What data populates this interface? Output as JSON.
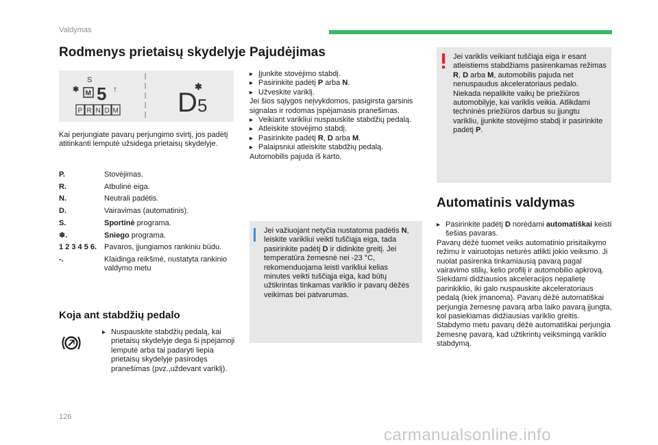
{
  "header": {
    "section": "Valdymas",
    "accent": "#39b96a"
  },
  "page_number": "126",
  "watermark": "carmanualsonline.info",
  "col1": {
    "title": "Rodmenys prietaisų skydelyje",
    "display_left": {
      "top": "S",
      "mode": "M",
      "digit": "5",
      "gears": [
        "P",
        "R",
        "N",
        "D",
        "M"
      ]
    },
    "display_right": {
      "gear": "D",
      "num": "5"
    },
    "intro": "Kai perjungiate pavarų perjungimo svirtį, jos padėtį atitinkanti lemputė užsidega prietaisų skydelyje.",
    "legend": [
      {
        "key": "P.",
        "val": "Stovėjimas."
      },
      {
        "key": "R.",
        "val": "Atbulinė eiga."
      },
      {
        "key": "N.",
        "val": "Neutrali padėtis."
      },
      {
        "key": "D.",
        "val": "Vairavimas (automatinis)."
      },
      {
        "key": "S.",
        "val_bold": "Sportinė",
        "val_rest": " programa."
      },
      {
        "key": "❄.",
        "val_bold": "Sniego",
        "val_rest": " programa."
      },
      {
        "key": "1 2 3 4 5 6.",
        "val": "Pavaros, įjungiamos rankiniu būdu."
      },
      {
        "key": "-.",
        "val": "Klaidinga reikšmė, nustatyta rankinio valdymo metu"
      }
    ],
    "brake_title": "Koja ant stabdžių pedalo",
    "brake_text": "Nuspauskite stabdžių pedalą, kai prietaisų skydelyje dega ši įspėjamoji lemputė arba tai padaryti liepia prietaisų skydelyje pasirodęs pranešimas (pvz.,uždevant variklį)."
  },
  "col2": {
    "title": "Pajudėjimas",
    "steps_a": [
      "Įjunkite stovėjimo stabdį."
    ],
    "step_b_pre": "Pasirinkite padėtį ",
    "step_b_p": "P",
    "step_b_mid": " arba ",
    "step_b_n": "N",
    "step_b_end": ".",
    "steps_c": [
      "Užveskite variklį."
    ],
    "para1": "Jei šios sąlygos neįvykdomos, pasigirsta garsinis signalas ir rodomas įspėjamasis pranešimas.",
    "step_d": "Veikiant varikliui nuspauskite stabdžių pedalą.",
    "step_e": "Atleiskite stovėjimo stabdį.",
    "step_f_pre": "Pasirinkite padėtį ",
    "step_f_r": "R",
    "step_f_c": ", ",
    "step_f_d": "D",
    "step_f_mid": " arba ",
    "step_f_m": "M",
    "step_f_end": ".",
    "step_g": "Palaipsniui atleiskite stabdžių pedalą.",
    "para2": "Automobilis pajuda iš karto.",
    "note_pre": "Jei važiuojant netyčia nustatoma padėtis ",
    "note_n": "N",
    "note_post": ", leiskite varikliui veikti tuščiąja eiga, tada pasirinkite padėtį ",
    "note_d": "D",
    "note_end": " ir didinkite greitį. Jei temperatūra žemesnė nei -23 °C, rekomenduojama leisti varikliui kelias minutes veikti tuščiąja eiga, kad būtų užtikrintas tinkamas variklio ir pavarų dėžės veikimas bei patvarumas.",
    "note_accent": "#3a8fd6"
  },
  "col3": {
    "warn_pre": "Jei variklis veikiant tuščiąja eiga ir esant atleistiems stabdžiams pasirenkamas režimas ",
    "warn_r": "R",
    "warn_c": ", ",
    "warn_d": "D",
    "warn_and": " arba ",
    "warn_m": "M",
    "warn_mid": ", automobilis pajuda net nenuspaudus akceleratoriaus pedalo. Niekada nepalikite vaikų be priežiūros automobilyje, kai variklis veikia. Atlikdami techninės priežiūros darbus su įjungtu varikliu, įjunkite stovėjimo stabdį ir pasirinkite padėtį ",
    "warn_p": "P",
    "warn_end": ".",
    "warn_accent": "#e0202c",
    "auto_title": "Automatinis valdymas",
    "auto_step_pre": "Pasirinkite padėtį ",
    "auto_step_d": "D",
    "auto_step_mid": " norėdami ",
    "auto_step_bold": "automatiškai",
    "auto_step_end": " keisti šešias pavaras.",
    "auto_text": "Pavarų dėžė tuomet veiks automatinio prisitaikymo režimu ir vairuotojas neturės atlikti jokio veiksmo. Ji nuolat pasirenka tinkamiausią pavarą pagal vairavimo stilių, kelio profilį ir automobilio apkrovą. Siekdami didžiausios akceleracijos nepalietę parinkiklio, iki galo nuspauskite akceleratoriaus pedalą (kiek įmanoma). Pavarų dėžė automatiškai perjungia žemesnę pavarą arba laiko pavarą įjungta, kol pasiekiamas didžiausias variklio greitis. Stabdymo metu pavarų dėžė automatiškai perjungia žemesnę pavarą, kad užtikrintų veiksmingą variklio stabdymą."
  }
}
